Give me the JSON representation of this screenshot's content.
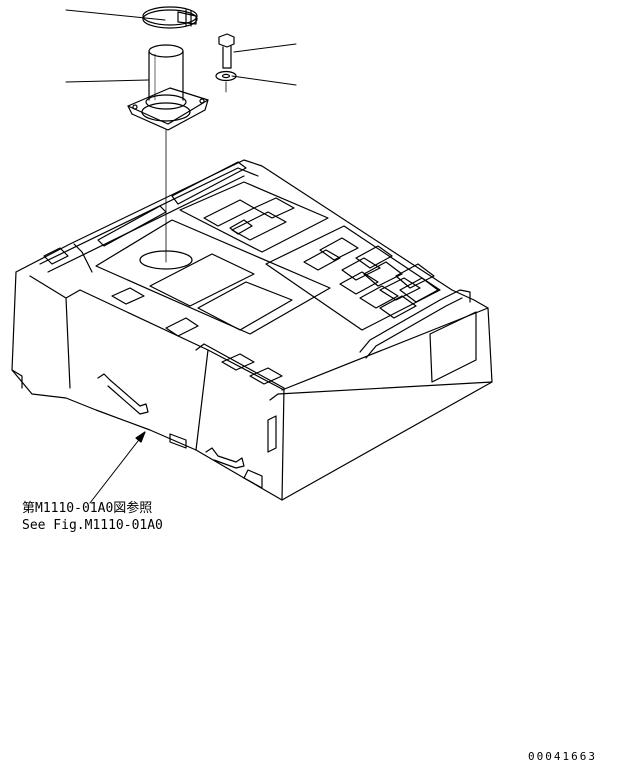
{
  "reference_note": {
    "line_jp": "第M1110-01A0図参照",
    "line_en": "See Fig.M1110-01A0"
  },
  "drawing_number": "00041663",
  "colors": {
    "line": "#000000",
    "background": "#ffffff"
  }
}
